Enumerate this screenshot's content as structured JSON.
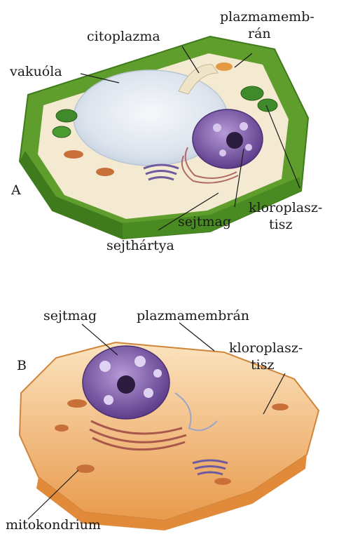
{
  "panel_a": {
    "panel_letter": "A",
    "labels": {
      "plasma_membrane_line1": "plazmamemb-",
      "plasma_membrane_line2": "rán",
      "cytoplasm": "citoplazma",
      "vacuole": "vakuóla",
      "chloroplast_line1": "kloroplasz-",
      "chloroplast_line2": "tisz",
      "nucleus": "sejtmag",
      "cell_wall": "sejthártya"
    }
  },
  "panel_b": {
    "panel_letter": "B",
    "labels": {
      "nucleus": "sejtmag",
      "plasma_membrane": "plazmamembrán",
      "chloroplast_line1": "kloroplasz-",
      "chloroplast_line2": "tisz",
      "mitochondrion": "mitokondrium"
    }
  },
  "colors": {
    "cell_wall_green": "#5f9e2c",
    "cell_wall_dark": "#3f7a1c",
    "cytoplasm_cream": "#f4ead2",
    "vacuole_blue": "#dfe6ef",
    "nucleus_purple": "#7a5aa6",
    "animal_cell_orange": "#f0b066"
  }
}
